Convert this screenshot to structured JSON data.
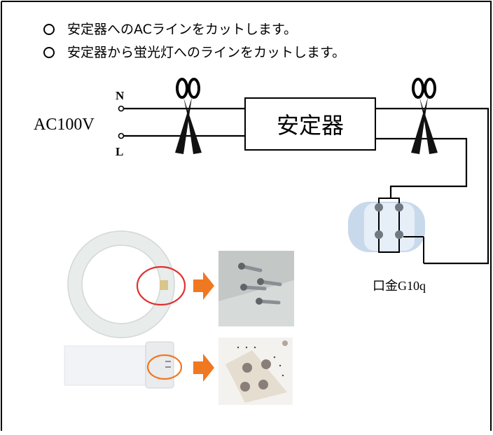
{
  "notes": [
    "安定器へのACラインをカットします。",
    "安定器から蛍光灯へのラインをカットします。"
  ],
  "diagram": {
    "ac_label": "AC100V",
    "terminal_n": "N",
    "terminal_l": "L",
    "ballast_label": "安定器",
    "socket_label": "口金G10q"
  },
  "icons": [
    "scissors-icon",
    "arrow-right-icon"
  ],
  "colors": {
    "highlight_red": "#e03030",
    "highlight_orange": "#f07820",
    "arrow_orange": "#f07820"
  }
}
